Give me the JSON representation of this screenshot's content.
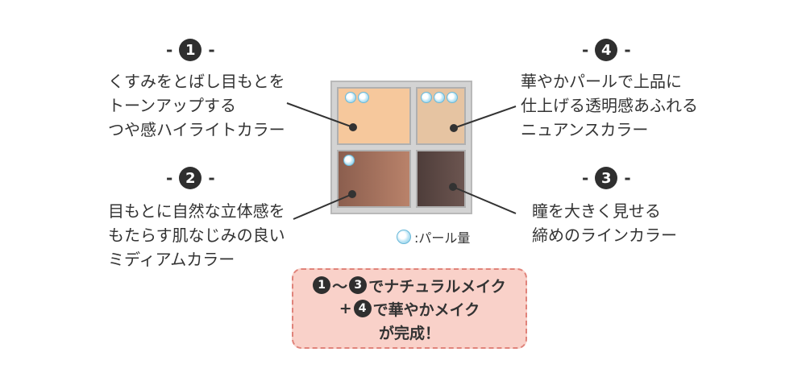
{
  "items": [
    {
      "num": "1",
      "lines": [
        "くすみをとばし目もとを",
        "トーンアップする",
        "つや感ハイライトカラー"
      ]
    },
    {
      "num": "2",
      "lines": [
        "目もとに自然な立体感を",
        "もたらす肌なじみの良い",
        "ミディアムカラー"
      ]
    },
    {
      "num": "3",
      "lines": [
        "瞳を大きく見せる",
        "締めのラインカラー"
      ]
    },
    {
      "num": "4",
      "lines": [
        "華やかパールで上品に",
        "仕上げる透明感あふれる",
        "ニュアンスカラー"
      ]
    }
  ],
  "legend": {
    "label": ":パール量"
  },
  "callout": {
    "line1_a": "1",
    "line1_sep": "〜",
    "line1_b": "3",
    "line1_text": "でナチュラルメイク",
    "line2_plus": "+",
    "line2_num": "4",
    "line2_text": "で華やかメイク",
    "line3_text": "が完成！"
  },
  "colors": {
    "shade1": "#f6c89c",
    "shade2": "#a06e5a",
    "shade3": "#5f4a46",
    "shade4": "#e6c4a2",
    "callout_bg": "#f9d1c9",
    "callout_border": "#e0837a"
  }
}
